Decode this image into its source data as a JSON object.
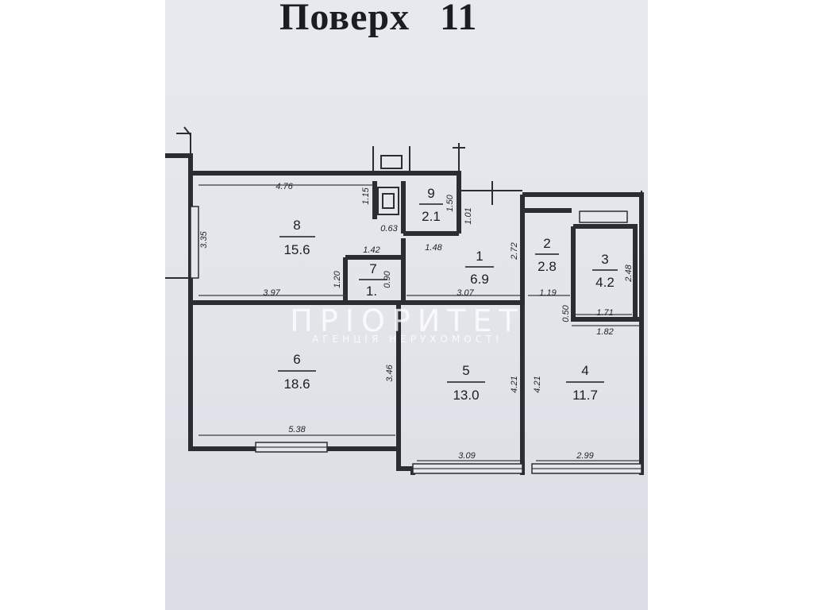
{
  "title": {
    "word": "Поверх",
    "number": "11"
  },
  "rooms": [
    {
      "id": "room-1",
      "number": "1",
      "area": "6.9"
    },
    {
      "id": "room-2",
      "number": "2",
      "area": "2.8"
    },
    {
      "id": "room-3",
      "number": "3",
      "area": "4.2"
    },
    {
      "id": "room-4",
      "number": "4",
      "area": "11.7"
    },
    {
      "id": "room-5",
      "number": "5",
      "area": "13.0"
    },
    {
      "id": "room-6",
      "number": "6",
      "area": "18.6"
    },
    {
      "id": "room-7",
      "number": "7",
      "area": "1."
    },
    {
      "id": "room-8",
      "number": "8",
      "area": "15.6"
    },
    {
      "id": "room-9",
      "number": "9",
      "area": "2.1"
    }
  ],
  "dimensions": {
    "d476": "4.76",
    "d335": "3.35",
    "d115": "1.15",
    "d150": "1.50",
    "d101": "1.01",
    "d063": "0.63",
    "d142": "1.42",
    "d148": "1.48",
    "d272": "2.72",
    "d120": "1.20",
    "d090": "0.90",
    "d397": "3.97",
    "d307": "3.07",
    "d119": "1.19",
    "d248": "2.48",
    "d171": "1.71",
    "d050": "0.50",
    "d182": "1.82",
    "d346": "3.46",
    "d421a": "4.21",
    "d421b": "4.21",
    "d538": "5.38",
    "d309": "3.09",
    "d299": "2.99"
  },
  "watermark": {
    "brand": "ПРІОРИТЕТ",
    "tagline": "АГЕНЦІЯ НЕРУХОМОСТІ"
  }
}
